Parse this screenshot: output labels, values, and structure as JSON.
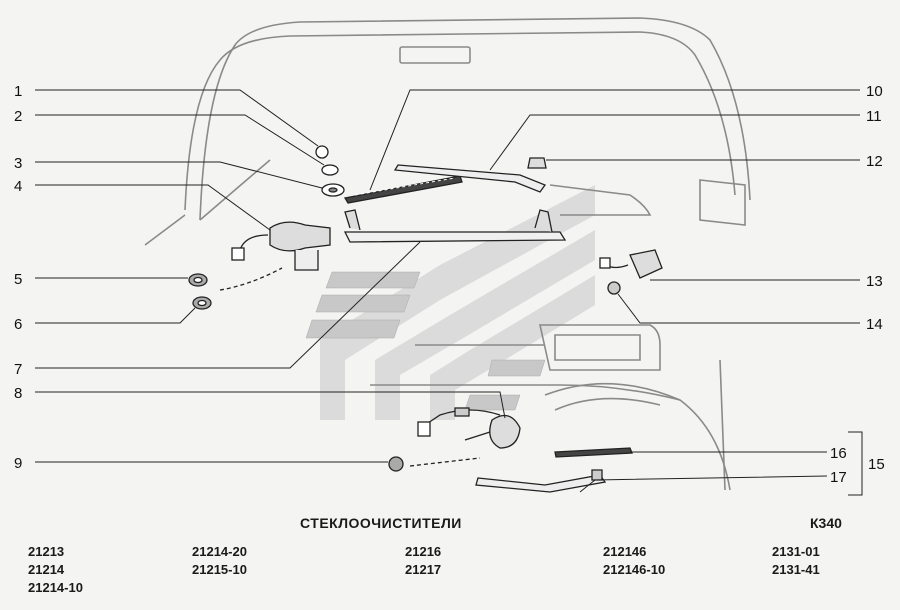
{
  "title": "СТЕКЛООЧИСТИТЕЛИ",
  "code": "К340",
  "callouts": {
    "c1": "1",
    "c2": "2",
    "c3": "3",
    "c4": "4",
    "c5": "5",
    "c6": "6",
    "c7": "7",
    "c8": "8",
    "c9": "9",
    "c10": "10",
    "c11": "11",
    "c12": "12",
    "c13": "13",
    "c14": "14",
    "c15": "15",
    "c16": "16",
    "c17": "17"
  },
  "models": {
    "col1": [
      "21213",
      "21214",
      "21214-10"
    ],
    "col2": [
      "21214-20",
      "21215-10"
    ],
    "col3": [
      "21216",
      "21217"
    ],
    "col4": [
      "212146",
      "212146-10"
    ],
    "col5": [
      "2131-01",
      "2131-41"
    ]
  }
}
